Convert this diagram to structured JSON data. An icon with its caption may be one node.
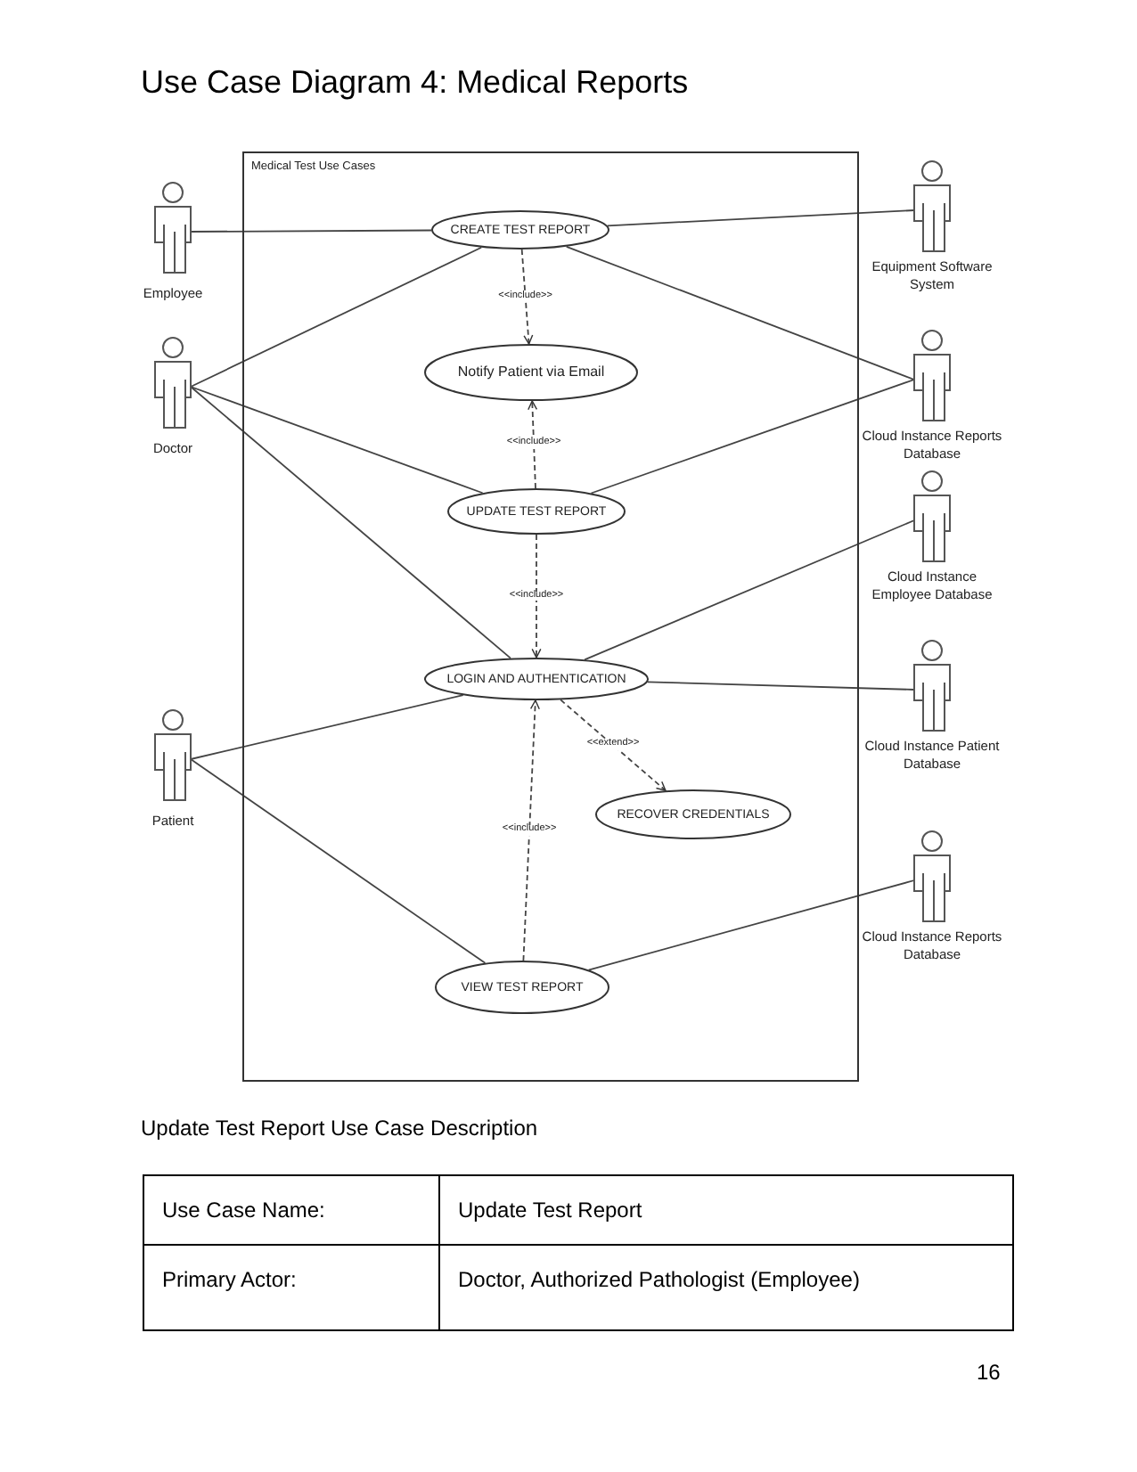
{
  "diagram": {
    "title": "Use Case Diagram 4: Medical Reports",
    "nodes": [
      {
        "text": [
          "Medical Test Use Cases"
        ]
      },
      {
        "text": [
          "CREATE TEST REPORT"
        ],
        "in": 0
      },
      {
        "text": [
          "Notify Patient via Email"
        ],
        "in": 0
      },
      {
        "text": [
          "UPDATE TEST REPORT"
        ],
        "in": 0
      },
      {
        "text": [
          "LOGIN AND AUTHENTICATION"
        ],
        "in": 0
      },
      {
        "text": [
          "RECOVER CREDENTIALS"
        ],
        "in": 0
      },
      {
        "text": [
          "VIEW TEST REPORT"
        ],
        "in": 0
      },
      {
        "text": [
          "Employee"
        ]
      },
      {
        "text": [
          "Doctor"
        ]
      },
      {
        "text": [
          "Patient"
        ]
      },
      {
        "text": [
          "Equipment Software System"
        ]
      },
      {
        "text": [
          "Cloud Instance Reports Database"
        ]
      },
      {
        "text": [
          "Cloud Instance Employee Database"
        ]
      },
      {
        "text": [
          "Cloud Instance Patient Database"
        ]
      },
      {
        "text": [
          "Cloud Instance Reports Database"
        ]
      }
    ],
    "edges": [
      {
        "from": 7,
        "to": 1,
        "arrow": "none"
      },
      {
        "from": 8,
        "to": 1,
        "arrow": "none"
      },
      {
        "from": 8,
        "to": 3,
        "arrow": "none"
      },
      {
        "from": 8,
        "to": 4,
        "arrow": "none"
      },
      {
        "from": 9,
        "to": 4,
        "arrow": "none"
      },
      {
        "from": 9,
        "to": 6,
        "arrow": "none"
      },
      {
        "from": 1,
        "to": 10,
        "arrow": "none"
      },
      {
        "from": 1,
        "to": 11,
        "arrow": "none"
      },
      {
        "from": 3,
        "to": 11,
        "arrow": "none"
      },
      {
        "from": 4,
        "to": 12,
        "arrow": "none"
      },
      {
        "from": 4,
        "to": 13,
        "arrow": "none"
      },
      {
        "from": 6,
        "to": 14,
        "arrow": "none"
      },
      {
        "from": 1,
        "to": 2,
        "arrow": "to",
        "style": "dashed",
        "label": "<<include>>"
      },
      {
        "from": 3,
        "to": 2,
        "arrow": "to",
        "style": "dashed",
        "label": "<<include>>"
      },
      {
        "from": 3,
        "to": 4,
        "arrow": "to",
        "style": "dashed",
        "label": "<<include>>"
      },
      {
        "from": 4,
        "to": 5,
        "arrow": "to",
        "style": "dashed",
        "label": "<<extend>>"
      },
      {
        "from": 6,
        "to": 4,
        "arrow": "to",
        "style": "dashed",
        "label": "<<include>>"
      }
    ],
    "labels": [
      "Update Test Report Use Case Description",
      "Use Case Name:",
      "Update Test Report",
      "Primary Actor:",
      "Doctor, Authorized Pathologist (Employee)",
      "16"
    ]
  }
}
